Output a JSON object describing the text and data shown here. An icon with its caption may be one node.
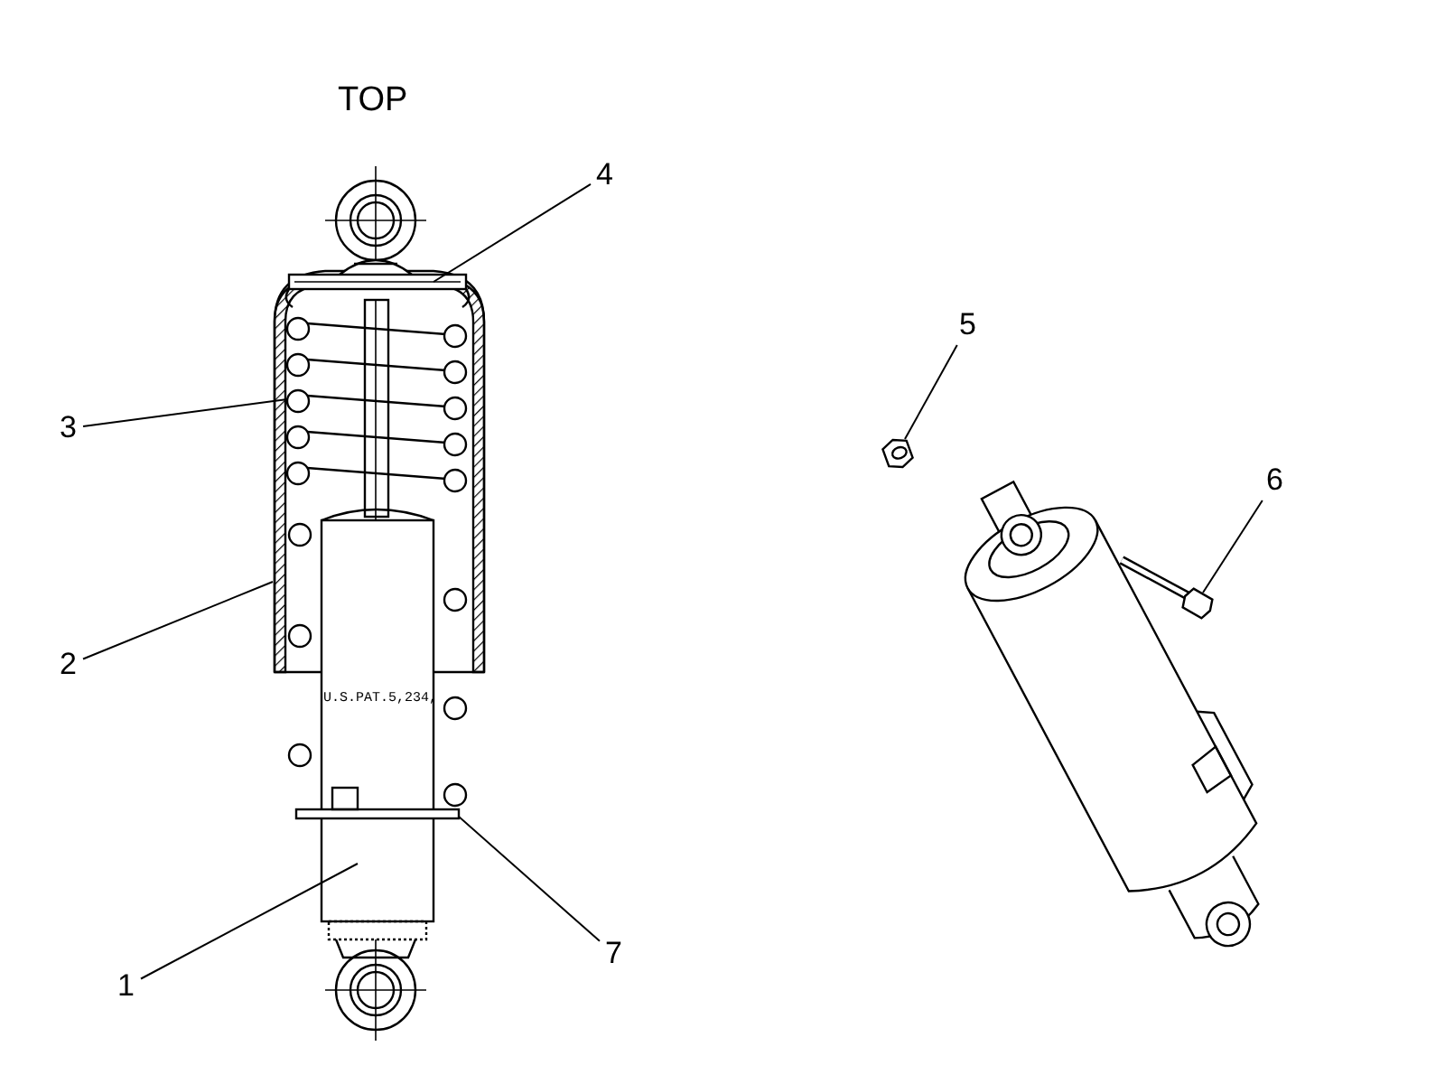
{
  "diagram": {
    "nodes": [
      {
        "text": [
          "4"
        ]
      },
      {
        "text": [
          "5"
        ]
      },
      {
        "text": [
          "3"
        ]
      },
      {
        "text": [
          "6"
        ]
      },
      {
        "text": [
          "2"
        ]
      },
      {
        "text": [
          "7"
        ]
      },
      {
        "text": [
          "1"
        ]
      },
      {
        "text": [],
        "shape": "picture"
      },
      {
        "text": [],
        "shape": "picture"
      },
      {
        "text": [],
        "shape": "picture"
      },
      {
        "text": [],
        "shape": "picture"
      },
      {
        "text": [],
        "shape": "picture"
      },
      {
        "text": [],
        "shape": "picture"
      },
      {
        "text": [],
        "shape": "picture"
      }
    ],
    "edges": [
      {
        "from": 0,
        "to": 7,
        "arrow": "none"
      },
      {
        "from": 1,
        "to": 8,
        "arrow": "none"
      },
      {
        "from": 2,
        "to": 9,
        "arrow": "none"
      },
      {
        "from": 3,
        "to": 10,
        "arrow": "none"
      },
      {
        "from": 4,
        "to": 11,
        "arrow": "none"
      },
      {
        "from": 5,
        "to": 12,
        "arrow": "none"
      },
      {
        "from": 6,
        "to": 13,
        "arrow": "none"
      }
    ],
    "labels": [
      "TOP",
      "U.S.PAT.5,234,"
    ]
  }
}
